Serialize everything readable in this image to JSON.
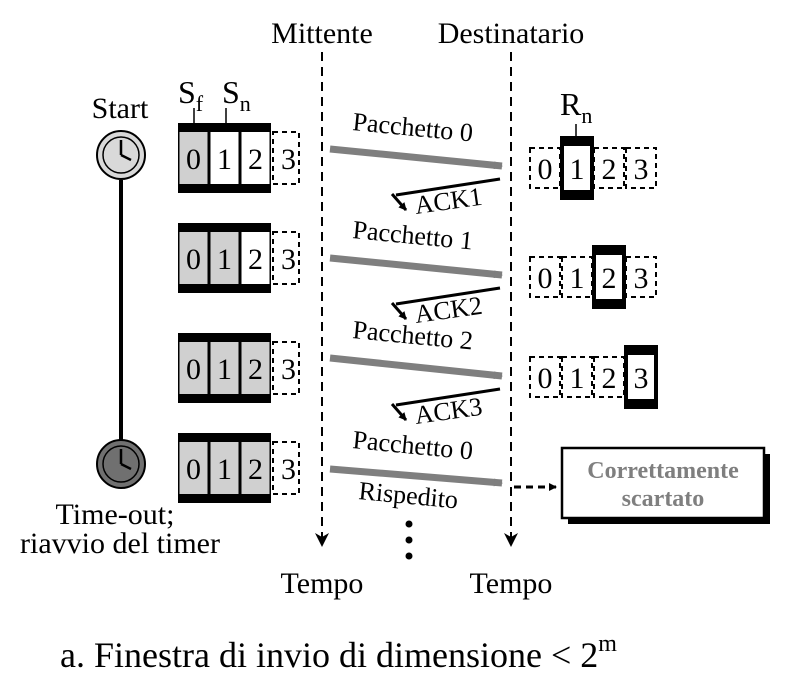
{
  "header": {
    "sender": "Mittente",
    "receiver": "Destinatario"
  },
  "pointers": {
    "sf_main": "S",
    "sf_sub": "f",
    "sn_main": "S",
    "sn_sub": "n",
    "rn_main": "R",
    "rn_sub": "n"
  },
  "timer": {
    "start_label": "Start",
    "timeout_line1": "Time-out;",
    "timeout_line2": "riavvio del timer"
  },
  "sender_windows": [
    {
      "cells": [
        "0",
        "1",
        "2",
        "3"
      ]
    },
    {
      "cells": [
        "0",
        "1",
        "2",
        "3"
      ]
    },
    {
      "cells": [
        "0",
        "1",
        "2",
        "3"
      ]
    },
    {
      "cells": [
        "0",
        "1",
        "2",
        "3"
      ]
    }
  ],
  "receiver_windows": [
    {
      "cells": [
        "0",
        "1",
        "2",
        "3"
      ]
    },
    {
      "cells": [
        "0",
        "1",
        "2",
        "3"
      ]
    },
    {
      "cells": [
        "0",
        "1",
        "2",
        "3"
      ]
    }
  ],
  "packets": [
    "Pacchetto 0",
    "Pacchetto 1",
    "Pacchetto 2",
    "Pacchetto 0"
  ],
  "acks": [
    "ACK1",
    "ACK2",
    "ACK3"
  ],
  "resent_label": "Rispedito",
  "discard_box": {
    "line1": "Correttamente",
    "line2": "scartato"
  },
  "time_labels": {
    "sender": "Tempo",
    "receiver": "Tempo"
  },
  "caption": {
    "text": "a. Finestra di invio di dimensione < 2",
    "exponent": "m"
  },
  "colors": {
    "shaded_cell": "#d0d0d0",
    "arrow_gray": "#7f7f7f",
    "clock_start": "#d9d9d9",
    "clock_timeout": "#707070",
    "discard_text": "#7f7f7f"
  }
}
